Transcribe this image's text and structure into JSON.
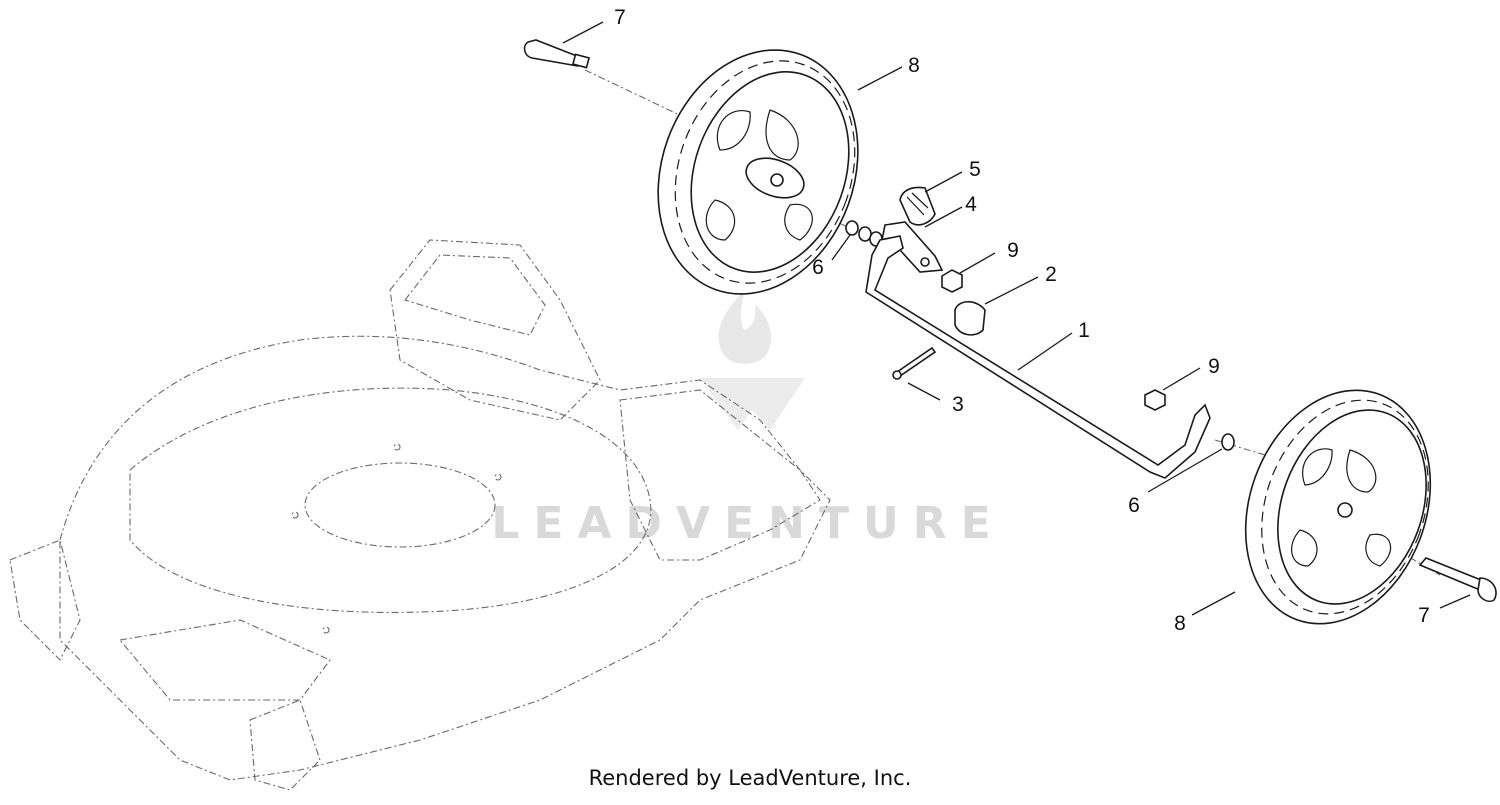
{
  "watermark": {
    "text": "LEADVENTURE"
  },
  "footer": {
    "credit": "Rendered by LeadVenture, Inc."
  },
  "callouts": [
    {
      "id": "c7-top",
      "label": "7"
    },
    {
      "id": "c8-top",
      "label": "8"
    },
    {
      "id": "c5",
      "label": "5"
    },
    {
      "id": "c4",
      "label": "4"
    },
    {
      "id": "c9-top",
      "label": "9"
    },
    {
      "id": "c6-top",
      "label": "6"
    },
    {
      "id": "c2",
      "label": "2"
    },
    {
      "id": "c1",
      "label": "1"
    },
    {
      "id": "c3",
      "label": "3"
    },
    {
      "id": "c9-bottom",
      "label": "9"
    },
    {
      "id": "c6-bottom",
      "label": "6"
    },
    {
      "id": "c8-bottom",
      "label": "8"
    },
    {
      "id": "c7-bottom",
      "label": "7"
    }
  ]
}
